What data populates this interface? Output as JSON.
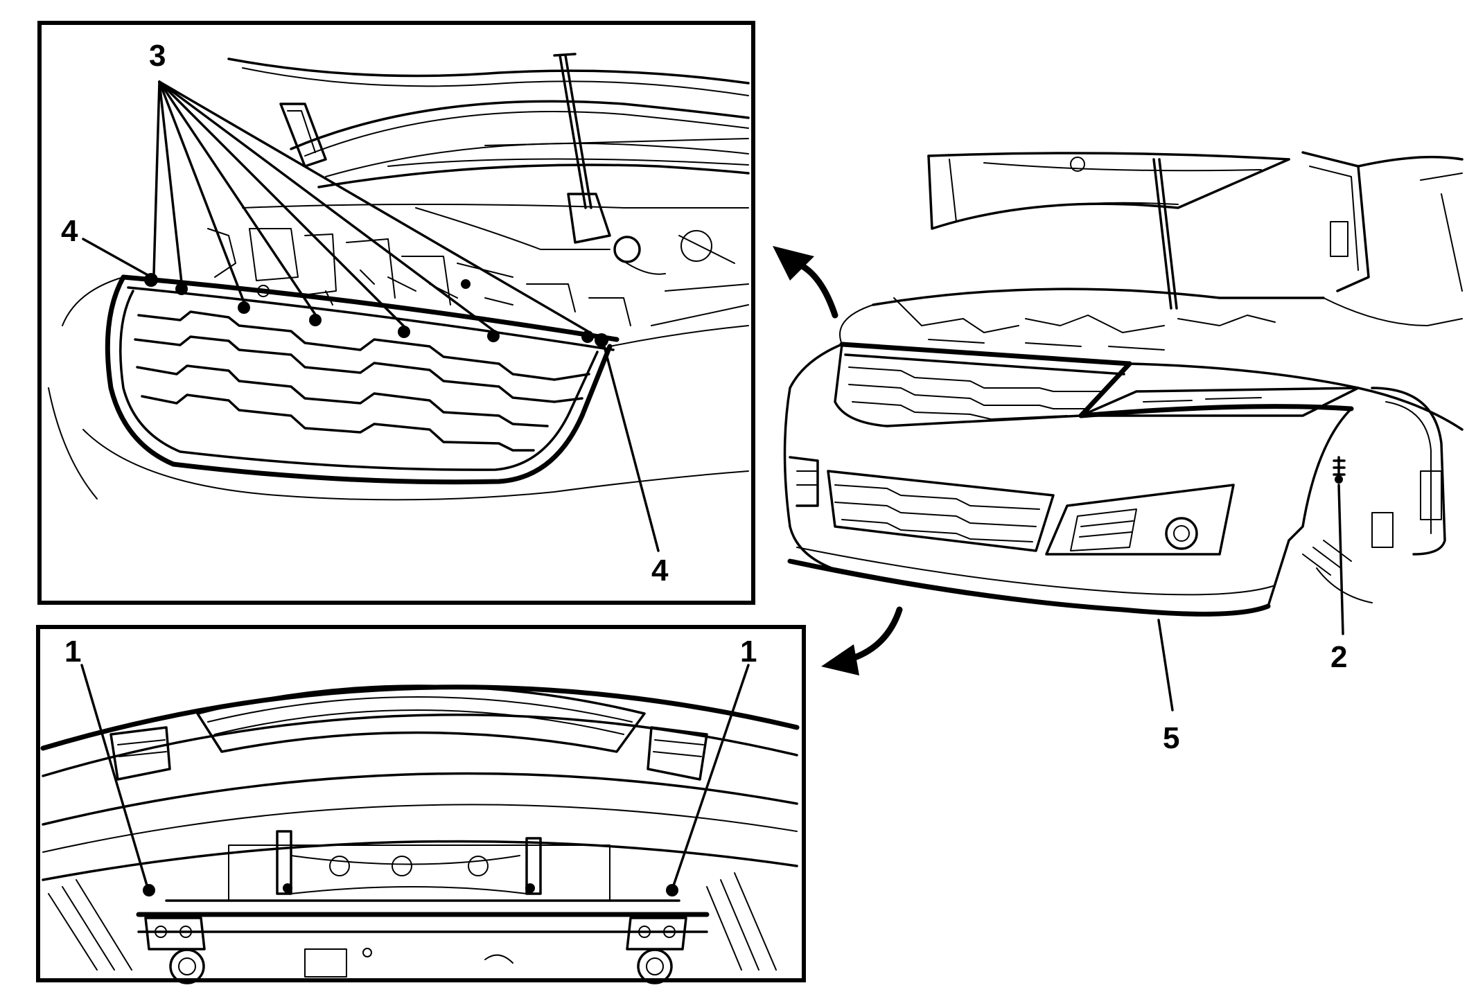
{
  "callouts": {
    "top_panel": {
      "fastener_3": "3",
      "fastener_4_left": "4",
      "fastener_4_right": "4"
    },
    "bottom_panel": {
      "fastener_1_left": "1",
      "fastener_1_right": "1"
    },
    "overview": {
      "fastener_2": "2",
      "fascia_5": "5"
    }
  },
  "icons": {
    "upper_detail_arrow": "curved-arrow-icon",
    "lower_detail_arrow": "curved-arrow-icon"
  }
}
